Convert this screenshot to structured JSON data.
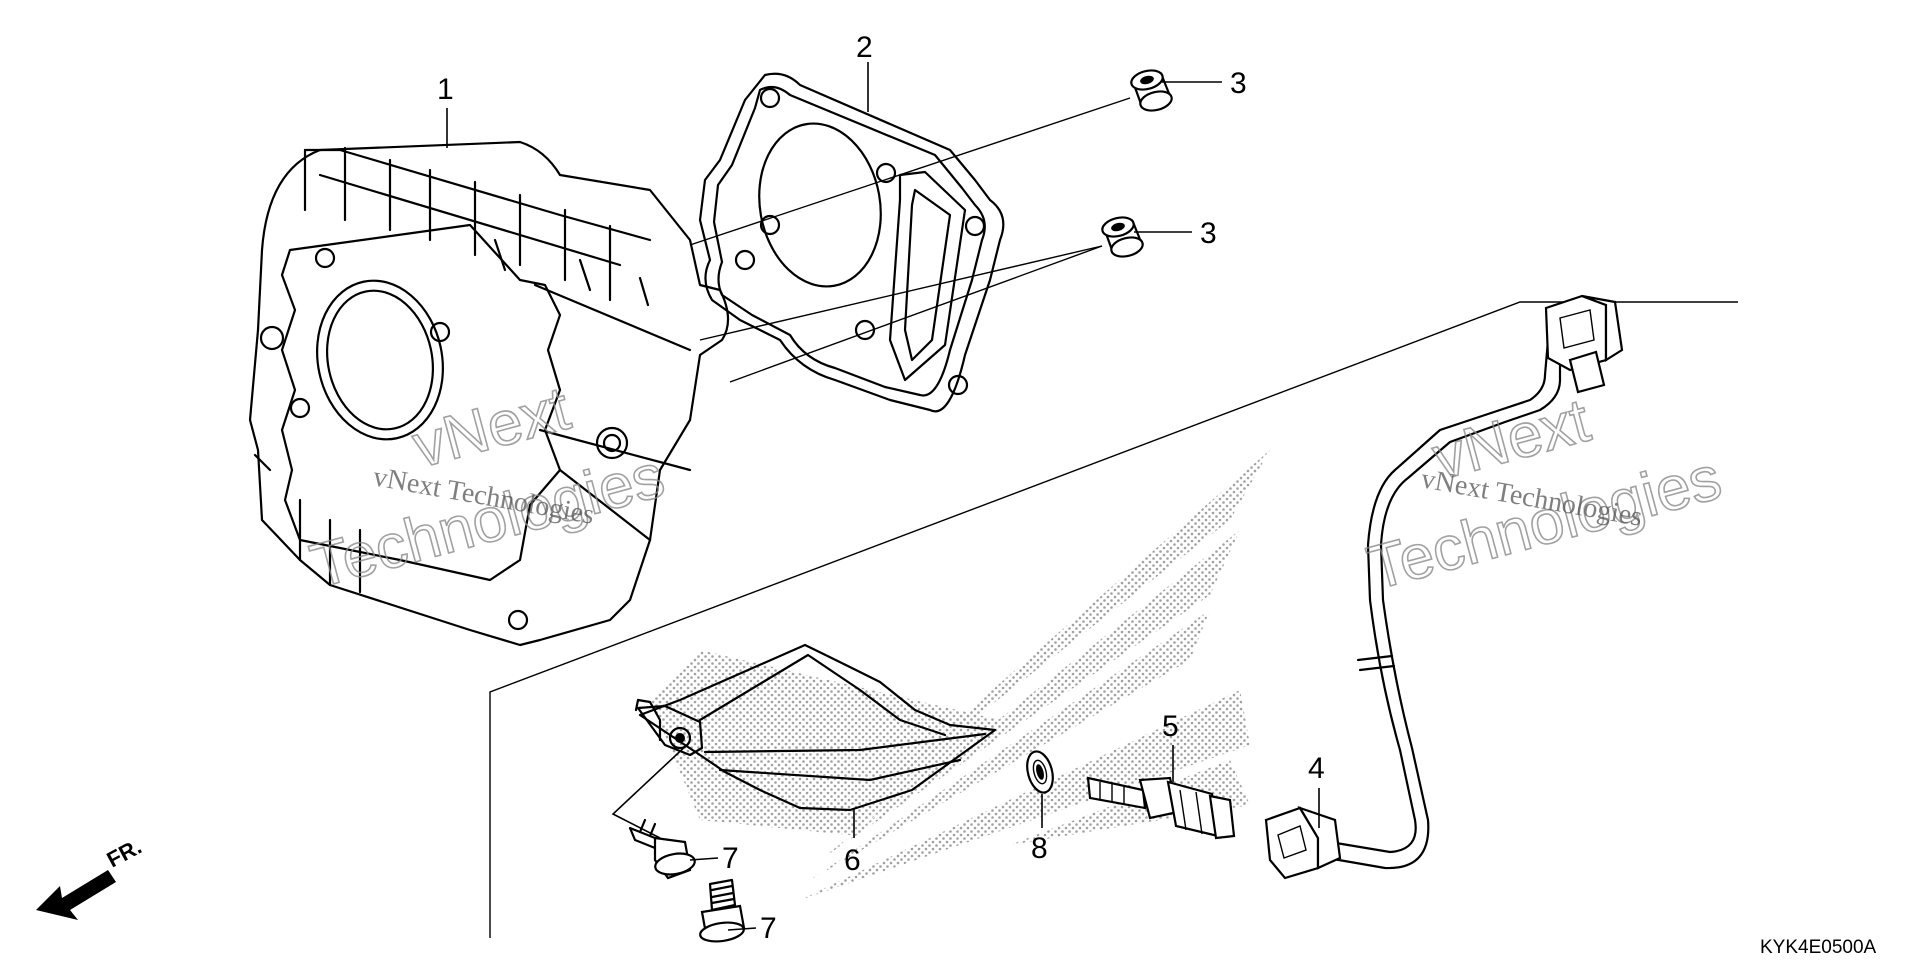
{
  "diagram_code": "KYK4E0500A",
  "front_indicator": "FR.",
  "watermark": {
    "line1": "vNext Technologies",
    "outline_top": "vNext",
    "outline_bottom": "Technologies"
  },
  "callouts": [
    {
      "id": "c1",
      "label": "1"
    },
    {
      "id": "c2",
      "label": "2"
    },
    {
      "id": "c3a",
      "label": "3"
    },
    {
      "id": "c3b",
      "label": "3"
    },
    {
      "id": "c4",
      "label": "4"
    },
    {
      "id": "c5",
      "label": "5"
    },
    {
      "id": "c6",
      "label": "6"
    },
    {
      "id": "c7a",
      "label": "7"
    },
    {
      "id": "c7b",
      "label": "7"
    },
    {
      "id": "c8",
      "label": "8"
    }
  ]
}
